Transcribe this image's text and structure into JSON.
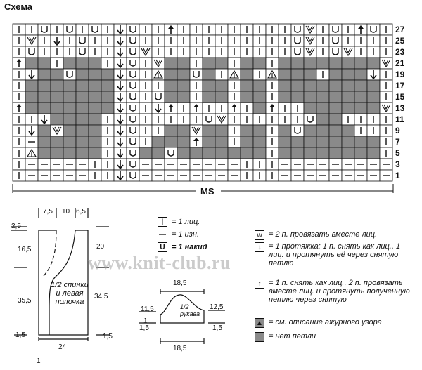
{
  "page_title": "Схема",
  "chart": {
    "cols": 30,
    "rows": 14,
    "odd_row_numbers": [
      "27",
      "25",
      "23",
      "21",
      "19",
      "17",
      "15",
      "13",
      "11",
      "9",
      "7",
      "5",
      "3",
      "1"
    ],
    "bottom_label": "MS",
    "grid": [
      "1|1|U|1|U|1|U|1|v|U|1|1|^|1|1|1|1|1|1|1|1|1|U|W|1|U|1|^|U|1",
      "1|W|1|v|1|U|1|1|v|U|1|1|1|1|1|1|1|1|1|1|1|1|U|W|1|U|1|1|1|1",
      "1|U|1|1|1|U|1|1|v|U|W|1|1|1|1|1|1|1|1|1|1|1|U|W|1|U|W|1|1|1",
      "^|X|X|1|X|X|X|1|v|U|1|W|X|X|1|X|X|1|X|X|1|X|X|X|X|X|X|X|X|W",
      "1|v|X|X|U|X|X|X|v|U|1|A|X|X|U|X|1|A|X|1|A|X|X|X|1|X|X|X|v|1",
      "1|X|X|X|X|X|X|X|v|U|1|1|X|X|1|X|X|1|X|X|1|X|X|X|X|X|X|X|X|1",
      "1|X|X|X|X|X|X|X|v|U|1|U|X|X|1|X|X|1|X|X|1|X|X|X|X|X|X|X|X|1",
      "^|X|X|X|X|X|X|X|v|U|1|v|^|1|^|1|1|^|1|X|^|1|1|X|X|X|X|X|X|W",
      "1|1|v|X|X|X|X|1|v|U|1|1|1|1|1|U|W|1|1|1|1|1|1|U|X|X|1|1|1|1",
      "1|v|X|W|X|X|X|1|v|U|1|1|X|X|W|X|X|1|X|X|1|X|U|X|X|X|X|1|1|1",
      "1|-|X|X|X|X|X|1|v|U|1|X|X|X|^|X|X|1|X|X|1|X|X|X|X|X|X|X|X|1",
      "1|A|X|X|X|X|X|1|v|U|X|X|U|X|X|X|X|X|X|X|1|X|X|X|X|X|X|X|X|1",
      "1|-|-|-|-|-|1|1|v|U|-|-|-|-|-|-|-|-|1|1|1|-|-|-|-|-|-|-|-|-",
      "1|-|-|-|-|-|1|1|v|U|-|-|-|-|-|-|-|-|1|1|1|-|-|-|-|-|-|-|-|-"
    ]
  },
  "schematic": {
    "top_dims": [
      "7,5",
      "10",
      "6,5"
    ],
    "left_dims": [
      "2,5",
      "16,5",
      "35,5",
      "1,5"
    ],
    "right_dims": [
      "20",
      "34,5",
      "1,5"
    ],
    "bottom_dims": [
      "24",
      "1"
    ],
    "panel_label": "1/2 спинки и левая полочка",
    "sleeve_label": "1/2 рукава",
    "sleeve_dims": [
      "18,5",
      "11,5",
      "12,5",
      "1",
      "1,5",
      "1,5",
      "18,5"
    ]
  },
  "symbols": [
    {
      "icon": "|",
      "text": "= 1 лиц."
    },
    {
      "icon": "—",
      "text": "= 1 изн."
    },
    {
      "icon": "U",
      "text": "= 1 накид"
    }
  ],
  "legend": [
    {
      "icon": "W",
      "text": "= 2 п. провязать вместе лиц."
    },
    {
      "icon": "↓",
      "text": "= 1 протяжка: 1 п. снять как лиц., 1 лиц. и протянуть её через снятую петлю"
    },
    {
      "icon": "↑",
      "text": "= 1 п. снять как лиц., 2 п. провязать вместе лиц. и протянуть полученную петлю через снятую"
    },
    {
      "icon": "▲",
      "text": "= см. описание ажурного узора"
    },
    {
      "icon": "",
      "text": "= нет петли"
    }
  ],
  "watermark": "www.knit-club.ru",
  "colors": {
    "gray": "#8a8a8a",
    "line": "#111111"
  }
}
